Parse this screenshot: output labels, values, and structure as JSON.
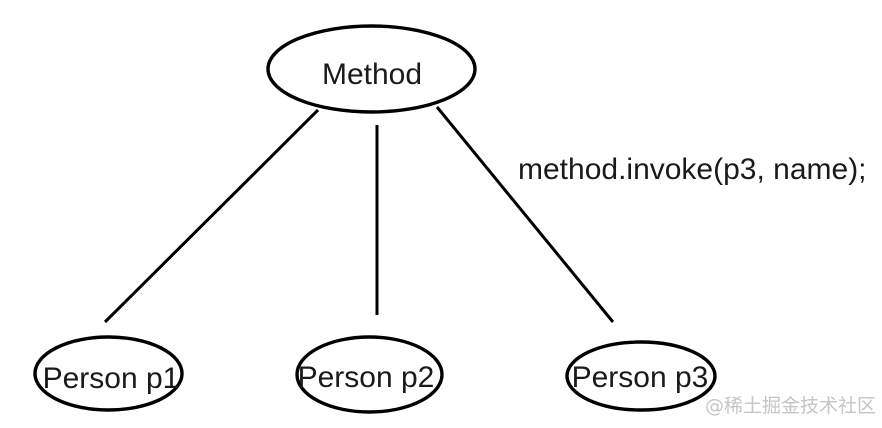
{
  "diagram": {
    "nodes": [
      {
        "id": "method",
        "label": "Method"
      },
      {
        "id": "person-p1",
        "label": "Person p1"
      },
      {
        "id": "person-p2",
        "label": "Person p2"
      },
      {
        "id": "person-p3",
        "label": "Person p3"
      }
    ],
    "edges": [
      {
        "from": "method",
        "to": "person-p1"
      },
      {
        "from": "method",
        "to": "person-p2"
      },
      {
        "from": "method",
        "to": "person-p3"
      }
    ],
    "annotation": "method.invoke(p3, name);",
    "watermark": "@稀土掘金技术社区",
    "colors": {
      "stroke": "#000000",
      "text": "#1a1a1a",
      "watermark": "#c5c5c5",
      "background": "#ffffff"
    }
  }
}
